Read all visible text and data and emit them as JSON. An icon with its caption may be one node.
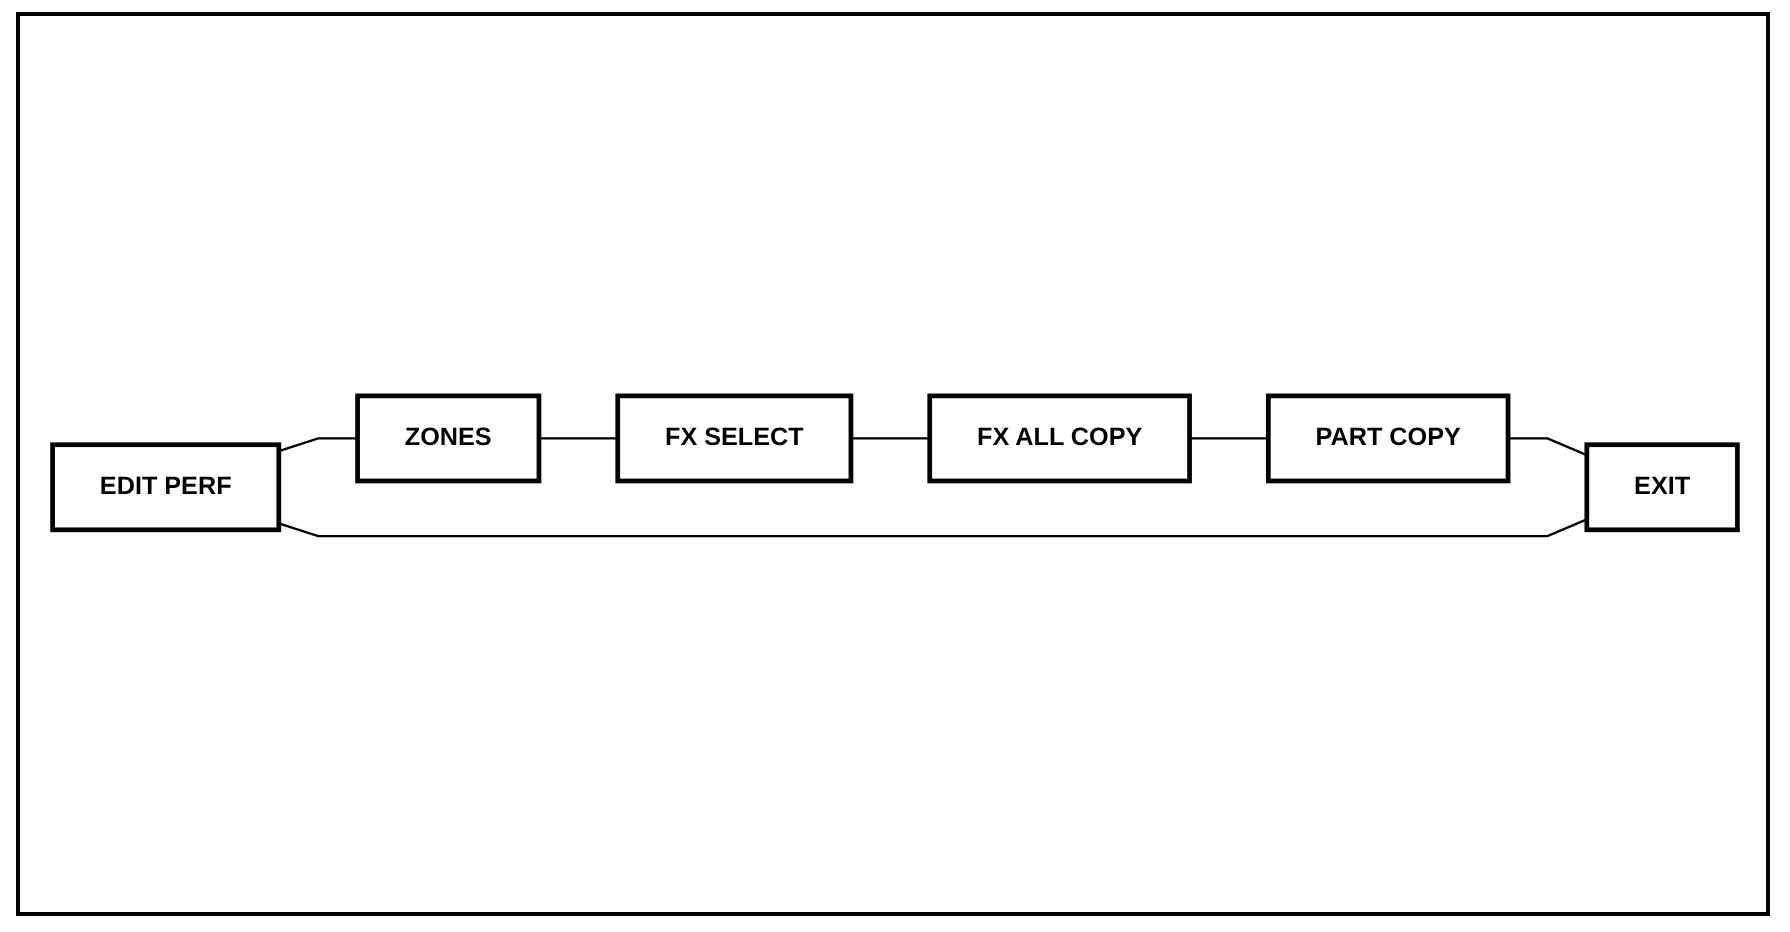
{
  "diagram": {
    "nodes": [
      {
        "text": [
          "EDIT PERF"
        ]
      },
      {
        "text": [
          "ZONES"
        ]
      },
      {
        "text": [
          "FX SELECT"
        ]
      },
      {
        "text": [
          "EXIT"
        ]
      },
      {
        "text": [
          "PART COPY"
        ]
      },
      {
        "text": [
          "FX ALL COPY"
        ]
      }
    ],
    "edges": [
      {
        "from": 0,
        "to": 1,
        "arrow": "none"
      },
      {
        "from": 1,
        "to": 2,
        "arrow": "none"
      },
      {
        "from": 2,
        "to": 5,
        "arrow": "none"
      },
      {
        "from": 5,
        "to": 4,
        "arrow": "none"
      },
      {
        "from": 4,
        "to": 3,
        "arrow": "none"
      },
      {
        "from": 3,
        "to": 0,
        "arrow": "none"
      }
    ]
  }
}
